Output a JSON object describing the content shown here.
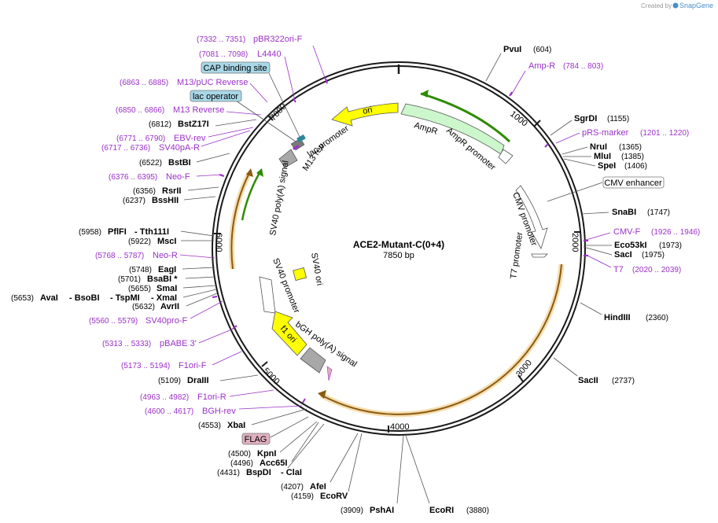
{
  "credit": {
    "prefix": "Created by",
    "brand": "SnapGene"
  },
  "plasmid": {
    "name": "ACE2-Mutant-C(0+4)",
    "length_label": "7850 bp"
  },
  "ticks": [
    "1000",
    "2000",
    "3000",
    "4000",
    "5000",
    "6000",
    "7000"
  ],
  "sites": [
    {
      "name": "PvuI",
      "pos": "(604)"
    },
    {
      "name": "SgrDI",
      "pos": "(1155)"
    },
    {
      "name": "NruI",
      "pos": "(1365)"
    },
    {
      "name": "MluI",
      "pos": "(1385)"
    },
    {
      "name": "SpeI",
      "pos": "(1406)"
    },
    {
      "name": "SnaBI",
      "pos": "(1747)"
    },
    {
      "name": "Eco53kI",
      "pos": "(1973)"
    },
    {
      "name": "SacI",
      "pos": "(1975)"
    },
    {
      "name": "HindIII",
      "pos": "(2360)"
    },
    {
      "name": "SacII",
      "pos": "(2737)"
    },
    {
      "name": "EcoRI",
      "pos": "(3880)"
    },
    {
      "name": "PshAI",
      "pos": "(3909)"
    },
    {
      "name": "EcoRV",
      "pos": "(4159)"
    },
    {
      "name": "AfeI",
      "pos": "(4207)"
    },
    {
      "name": "BspDI",
      "pos": "(4431)"
    },
    {
      "name": "ClaI",
      "pos": ""
    },
    {
      "name": "Acc65I",
      "pos": "(4496)"
    },
    {
      "name": "KpnI",
      "pos": "(4500)"
    },
    {
      "name": "XbaI",
      "pos": "(4553)"
    },
    {
      "name": "DraIII",
      "pos": "(5109)"
    },
    {
      "name": "AvrII",
      "pos": "(5632)"
    },
    {
      "name": "AvaI",
      "pos": "(5653)"
    },
    {
      "name": "BsoBI",
      "pos": ""
    },
    {
      "name": "TspMI",
      "pos": ""
    },
    {
      "name": "XmaI",
      "pos": ""
    },
    {
      "name": "SmaI",
      "pos": "(5655)"
    },
    {
      "name": "BsaBI *",
      "pos": "(5701)"
    },
    {
      "name": "EagI",
      "pos": "(5748)"
    },
    {
      "name": "MscI",
      "pos": "(5922)"
    },
    {
      "name": "PflFI",
      "pos": "(5958)"
    },
    {
      "name": "Tth111I",
      "pos": ""
    },
    {
      "name": "BssHII",
      "pos": "(6237)"
    },
    {
      "name": "RsrII",
      "pos": "(6356)"
    },
    {
      "name": "BstBI",
      "pos": "(6522)"
    },
    {
      "name": "BstZ17I",
      "pos": "(6812)"
    }
  ],
  "primers": [
    {
      "name": "pBR322ori-F",
      "pos": "(7332 .. 7351)"
    },
    {
      "name": "L4440",
      "pos": "(7081 .. 7098)"
    },
    {
      "name": "M13/pUC Reverse",
      "pos": "(6863 .. 6885)"
    },
    {
      "name": "M13 Reverse",
      "pos": "(6850 .. 6866)"
    },
    {
      "name": "EBV-rev",
      "pos": "(6771 .. 6790)"
    },
    {
      "name": "SV40pA-R",
      "pos": "(6717 .. 6736)"
    },
    {
      "name": "Neo-F",
      "pos": "(6376 .. 6395)"
    },
    {
      "name": "Neo-R",
      "pos": "(5768 .. 5787)"
    },
    {
      "name": "SV40pro-F",
      "pos": "(5560 .. 5579)"
    },
    {
      "name": "pBABE 3'",
      "pos": "(5313 .. 5333)"
    },
    {
      "name": "F1ori-F",
      "pos": "(5173 .. 5194)"
    },
    {
      "name": "F1ori-R",
      "pos": "(4963 .. 4982)"
    },
    {
      "name": "BGH-rev",
      "pos": "(4600 .. 4617)"
    },
    {
      "name": "Amp-R",
      "pos": "(784 .. 803)"
    },
    {
      "name": "pRS-marker",
      "pos": "(1201 .. 1220)"
    },
    {
      "name": "CMV-F",
      "pos": "(1926 .. 1946)"
    },
    {
      "name": "T7",
      "pos": "(2020 .. 2039)"
    }
  ],
  "boxed": {
    "cap": "CAP binding site",
    "lac": "lac operator",
    "cmv": "CMV enhancer",
    "flag": "FLAG"
  },
  "features": {
    "ori": "ori",
    "ampr": "AmpR",
    "ampr_promoter": "AmpR promoter",
    "lac_promoter": "lac promoter",
    "m13_rev": "M13 rev",
    "sv40_polya": "SV40 poly(A) signal",
    "sv40_ori": "SV40 ori",
    "sv40_promoter": "SV40 promoter",
    "f1_ori": "f1 ori",
    "bgh_polya": "bGH poly(A) signal",
    "cmv_promoter": "CMV promoter",
    "t7_promoter": "T7 promoter"
  },
  "colors": {
    "ori": "#ffff00",
    "ampr": "#ccf7cc",
    "ampr_line": "#2e8b00",
    "orange": "#e0a040",
    "primer": "#9b30c8",
    "cap_box": "#a8d8e8",
    "flag_box": "#e0b0c0",
    "grey": "#a8a8a8"
  }
}
